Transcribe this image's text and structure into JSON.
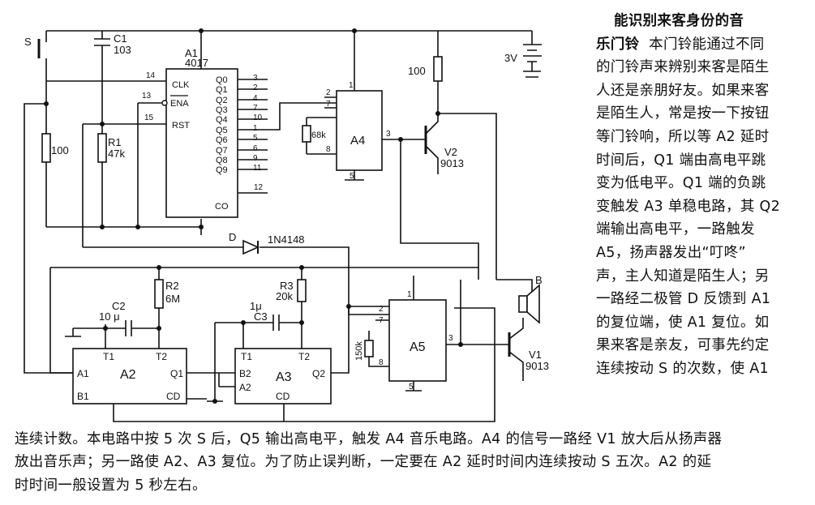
{
  "article": {
    "title_line1": "能识别来客身份的音",
    "title_line2": "乐门铃",
    "body_side": [
      "本门铃能通过不同",
      "的门铃声来辨别来客是陌生",
      "人还是亲朋好友。如果来客",
      "是陌生人，常是按一下按钮",
      "等门铃响，所以等 A2 延时",
      "时间后，Q1 端由高电平跳",
      "变为低电平。Q1 端的负跳",
      "变触发 A3 单稳电路，其 Q2",
      "端输出高电平，一路触发",
      "A5，扬声器发出“叮咚”",
      "声，主人知道是陌生人；另",
      "一路经二极管 D 反馈到 A1",
      "的复位端，使 A1 复位。如",
      "果来客是亲友，可事先约定",
      "连续按动 S 的次数，使 A1"
    ],
    "body_bottom": [
      "连续计数。本电路中按 5 次 S 后，Q5 输出高电平，触发 A4 音乐电路。A4 的信号一路经 V1 放大后从扬声器",
      "放出音乐声；另一路使 A2、A3 复位。为了防止误判断，一定要在 A2 延时时间内连续按动 S 五次。A2 的延",
      "时时间一般设置为 5 秒左右。"
    ]
  },
  "circuit": {
    "switch": "S",
    "c1": {
      "name": "C1",
      "value": "103"
    },
    "a1": {
      "name": "A1",
      "part": "4017",
      "clk": "CLK",
      "ena": "ENA",
      "rst": "RST",
      "co": "CO",
      "outputs": [
        "Q0",
        "Q1",
        "Q2",
        "Q3",
        "Q4",
        "Q5",
        "Q6",
        "Q7",
        "Q8",
        "Q9"
      ],
      "out_pins": [
        "3",
        "2",
        "4",
        "7",
        "10",
        "1",
        "5",
        "6",
        "9",
        "11"
      ],
      "pin_clk": "14",
      "pin_ena": "13",
      "pin_rst": "15",
      "pin_co": "12"
    },
    "r_100_left": "100",
    "r1": {
      "name": "R1",
      "value": "47k"
    },
    "a4": {
      "name": "A4",
      "pin1": "1",
      "pin2": "2",
      "pin7": "7",
      "pin8": "8",
      "pin3": "3",
      "pin5": "5",
      "res": "68k"
    },
    "r_100_top": "100",
    "battery": "3V",
    "v2": {
      "name": "V2",
      "part": "9013"
    },
    "diode": {
      "name": "D",
      "part": "1N4148"
    },
    "r2": {
      "name": "R2",
      "value": "6M"
    },
    "c2": {
      "name": "C2",
      "value": "10 μ"
    },
    "r3": {
      "name": "R3",
      "value": "20k"
    },
    "c3": {
      "name": "C3",
      "value": "1μ"
    },
    "a2": {
      "name": "A2",
      "t1": "T1",
      "t2": "T2",
      "a1": "A1",
      "b1": "B1",
      "q1": "Q1",
      "cd": "CD"
    },
    "a3": {
      "name": "A3",
      "t1": "T1",
      "t2": "T2",
      "b2": "B2",
      "a2": "A2",
      "q2": "Q2",
      "cd": "CD"
    },
    "a5": {
      "name": "A5",
      "pin1": "1",
      "pin2": "2",
      "pin7": "7",
      "pin8": "8",
      "pin3": "3",
      "pin5": "5",
      "res": "150k"
    },
    "speaker": "B",
    "v1": {
      "name": "V1",
      "part": "9013"
    }
  }
}
